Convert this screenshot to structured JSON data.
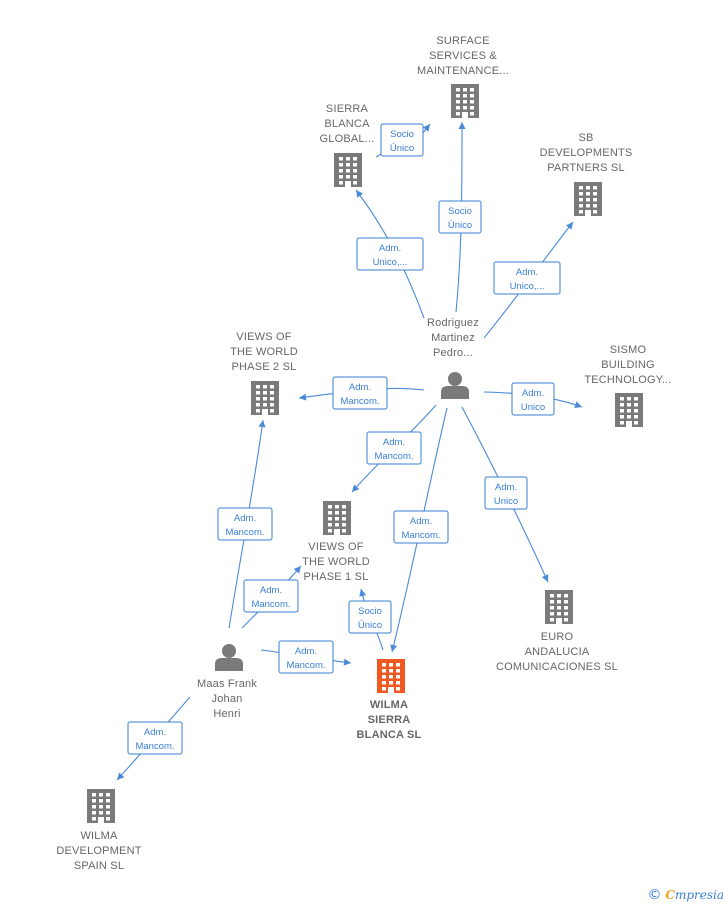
{
  "nodes": [
    {
      "id": "surface",
      "type": "company",
      "lines": [
        "SURFACE",
        "SERVICES &",
        "MAINTENANCE..."
      ]
    },
    {
      "id": "sierra_global",
      "type": "company",
      "lines": [
        "SIERRA",
        "BLANCA",
        "GLOBAL..."
      ]
    },
    {
      "id": "sb_dev",
      "type": "company",
      "lines": [
        "SB",
        "DEVELOPMENTS",
        "PARTNERS  SL"
      ]
    },
    {
      "id": "rodriguez",
      "type": "person",
      "lines": [
        "Rodriguez",
        "Martinez",
        "Pedro..."
      ]
    },
    {
      "id": "views2",
      "type": "company",
      "lines": [
        "VIEWS OF",
        "THE WORLD",
        "PHASE 2  SL"
      ]
    },
    {
      "id": "sismo",
      "type": "company",
      "lines": [
        "SISMO",
        "BUILDING",
        "TECHNOLOGY..."
      ]
    },
    {
      "id": "views1",
      "type": "company",
      "lines": [
        "VIEWS OF",
        "THE WORLD",
        "PHASE 1  SL"
      ]
    },
    {
      "id": "euro",
      "type": "company",
      "lines": [
        "EURO",
        "ANDALUCIA",
        "COMUNICACIONES SL"
      ]
    },
    {
      "id": "maas",
      "type": "person",
      "lines": [
        "Maas Frank",
        "Johan",
        "Henri"
      ]
    },
    {
      "id": "wilma_sierra",
      "type": "company",
      "main": true,
      "lines": [
        "WILMA",
        "SIERRA",
        "BLANCA  SL"
      ]
    },
    {
      "id": "wilma_dev",
      "type": "company",
      "lines": [
        "WILMA",
        "DEVELOPMENT",
        "SPAIN  SL"
      ]
    }
  ],
  "edges": [
    {
      "from": "rodriguez",
      "to": "surface",
      "lines": [
        "Socio",
        "Único"
      ]
    },
    {
      "from": "rodriguez",
      "to": "sierra_global",
      "lines": [
        "Adm.",
        "Unico,..."
      ]
    },
    {
      "from": "sierra_global",
      "to": "surface",
      "lines": [
        "Socio",
        "Único"
      ]
    },
    {
      "from": "rodriguez",
      "to": "sb_dev",
      "lines": [
        "Adm.",
        "Unico,..."
      ]
    },
    {
      "from": "rodriguez",
      "to": "views2",
      "lines": [
        "Adm.",
        "Mancom."
      ]
    },
    {
      "from": "rodriguez",
      "to": "sismo",
      "lines": [
        "Adm.",
        "Unico"
      ]
    },
    {
      "from": "rodriguez",
      "to": "views1",
      "lines": [
        "Adm.",
        "Mancom."
      ]
    },
    {
      "from": "rodriguez",
      "to": "wilma_sierra",
      "lines": [
        "Adm.",
        "Mancom."
      ]
    },
    {
      "from": "rodriguez",
      "to": "euro",
      "lines": [
        "Adm.",
        "Unico"
      ]
    },
    {
      "from": "maas",
      "to": "views2",
      "lines": [
        "Adm.",
        "Mancom."
      ]
    },
    {
      "from": "maas",
      "to": "views1",
      "lines": [
        "Adm.",
        "Mancom."
      ]
    },
    {
      "from": "wilma_sierra",
      "to": "views1",
      "lines": [
        "Socio",
        "Único"
      ]
    },
    {
      "from": "maas",
      "to": "wilma_sierra",
      "lines": [
        "Adm.",
        "Mancom."
      ]
    },
    {
      "from": "maas",
      "to": "wilma_dev",
      "lines": [
        "Adm.",
        "Mancom."
      ]
    }
  ],
  "brand": {
    "copyright": "©",
    "initial": "C",
    "rest": "mpresia"
  }
}
